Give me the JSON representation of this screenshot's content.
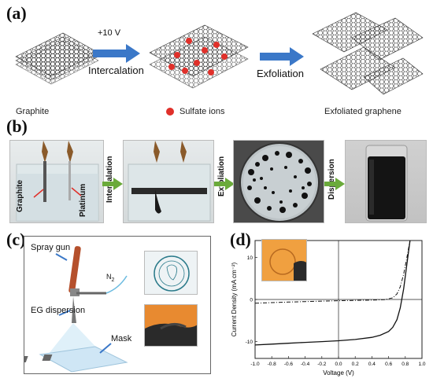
{
  "panel_a": {
    "label": "(a)",
    "voltage": "+10 V",
    "step1": "Intercalation",
    "step2": "Exfoliation",
    "caption_graphite": "Graphite",
    "caption_ions": "Sulfate ions",
    "caption_graphene": "Exfoliated graphene"
  },
  "panel_b": {
    "label": "(b)",
    "label_graphite": "Graphite",
    "label_platinum": "Platinum",
    "step1": "Intercalation",
    "step2": "Exfoliation",
    "step3": "Dispersion"
  },
  "panel_c": {
    "label": "(c)",
    "spray_gun": "Spray gun",
    "n2": "N",
    "n2_sub": "2",
    "eg_dispersion": "EG dispersion",
    "mask": "Mask"
  },
  "panel_d": {
    "label": "(d)"
  },
  "chart_data": {
    "type": "line",
    "xlabel": "Voltage (V)",
    "ylabel": "Current Density (mA cm⁻²)",
    "xlim": [
      -1.0,
      1.0
    ],
    "ylim": [
      -14,
      14
    ],
    "x_ticks": [
      "-1.0",
      "-0.8",
      "-0.6",
      "-0.4",
      "-0.2",
      "0.0",
      "0.2",
      "0.4",
      "0.6",
      "0.8",
      "1.0"
    ],
    "y_ticks": [
      "10",
      "0",
      "-10"
    ],
    "series": [
      {
        "style": "solid",
        "x": [
          -1.0,
          -0.8,
          -0.6,
          -0.4,
          -0.2,
          0.0,
          0.2,
          0.4,
          0.5,
          0.6,
          0.65,
          0.7,
          0.74,
          0.78,
          0.82,
          0.86
        ],
        "y": [
          -10.8,
          -10.6,
          -10.4,
          -10.2,
          -10.0,
          -9.8,
          -9.5,
          -9.0,
          -8.5,
          -7.6,
          -6.6,
          -4.8,
          -2.0,
          2.5,
          8.5,
          14.5
        ]
      },
      {
        "style": "dashdot",
        "x": [
          -1.0,
          -0.8,
          -0.6,
          -0.4,
          -0.2,
          0.0,
          0.2,
          0.4,
          0.55,
          0.65,
          0.7,
          0.74,
          0.78,
          0.82,
          0.86
        ],
        "y": [
          -0.9,
          -0.75,
          -0.62,
          -0.5,
          -0.4,
          -0.3,
          -0.22,
          -0.15,
          -0.05,
          0.4,
          1.3,
          3.0,
          6.0,
          10.0,
          14.5
        ]
      }
    ]
  }
}
